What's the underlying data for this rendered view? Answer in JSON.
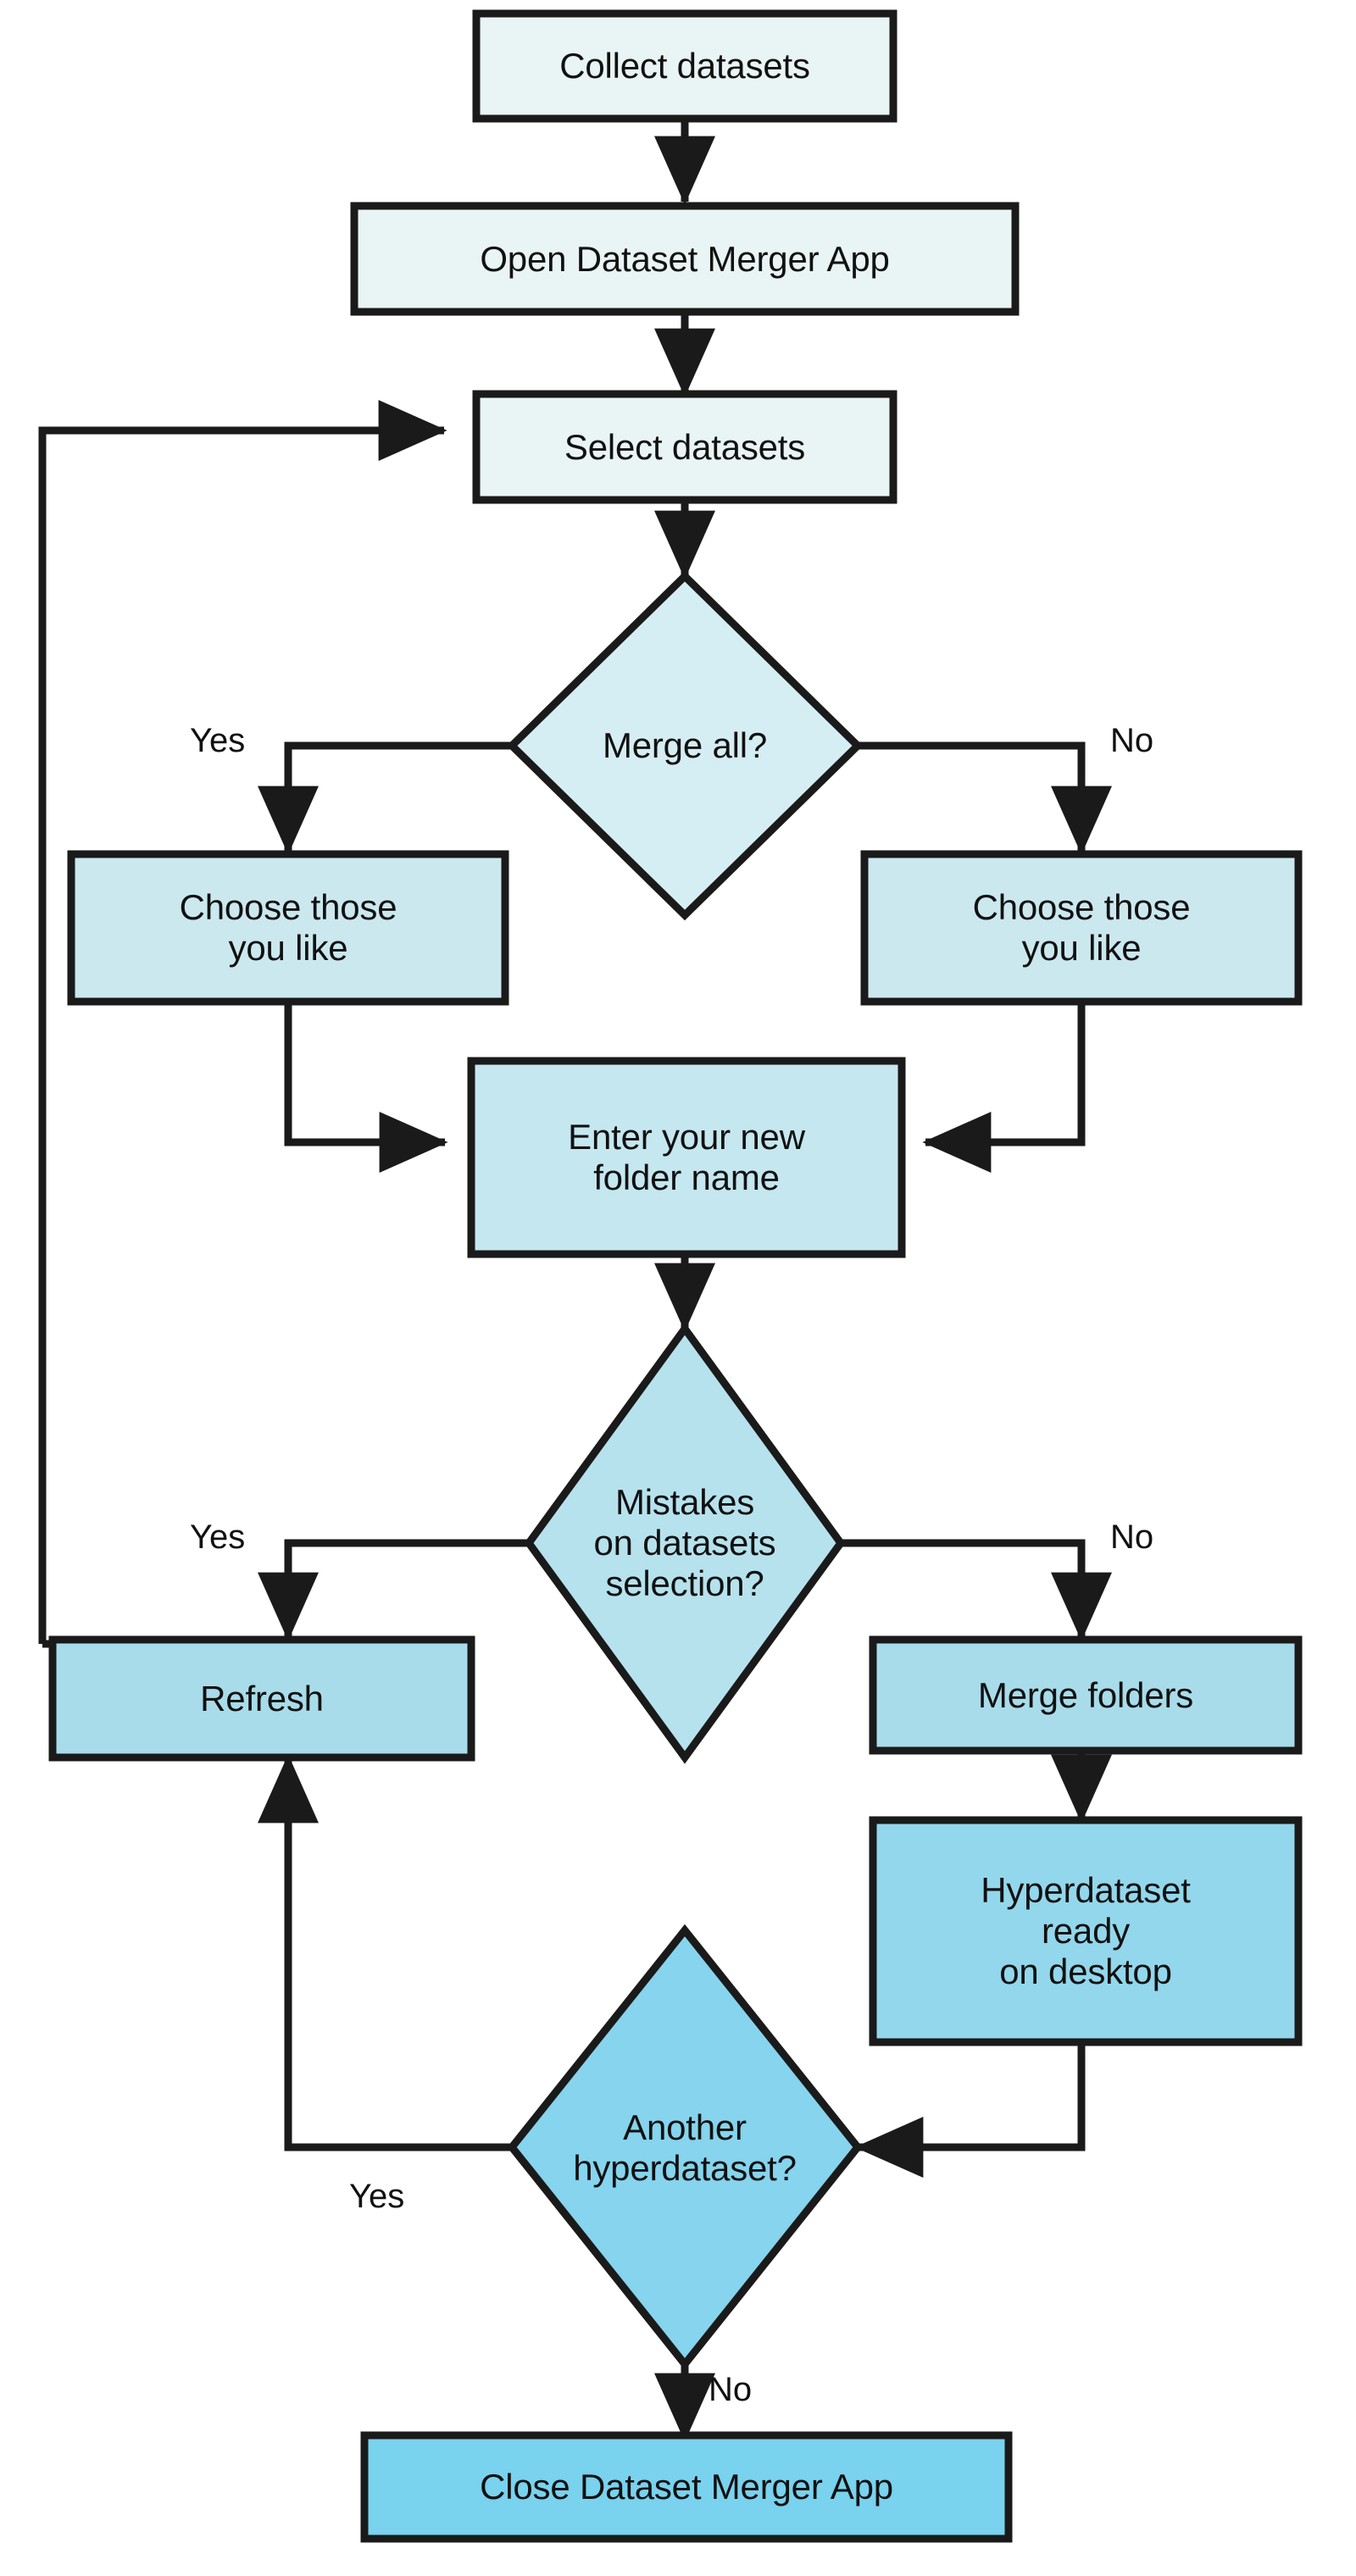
{
  "diagram": {
    "title": "Dataset Merger App workflow flowchart",
    "type": "flowchart",
    "background": "#ffffff",
    "stroke_color": "#1a1a1a",
    "text_color": "#111111",
    "palette": {
      "tier1_pale_mint": "#e9f4f4",
      "tier2_light_cyan": "#cbe8ef",
      "tier3_medium_cyan": "#a8dcea",
      "tier4_bright_cyan": "#79d2ee"
    },
    "nodes": [
      {
        "id": "collect",
        "shape": "process",
        "label": "Collect datasets",
        "fill": "#e9f4f4"
      },
      {
        "id": "open_app",
        "shape": "process",
        "label": "Open Dataset Merger App",
        "fill": "#e9f4f4"
      },
      {
        "id": "select",
        "shape": "process",
        "label": "Select datasets",
        "fill": "#e9f4f4"
      },
      {
        "id": "merge_all",
        "shape": "decision",
        "label": "Merge all?",
        "fill": "#d5eef3"
      },
      {
        "id": "choose_left",
        "shape": "process",
        "label": "Choose those\nyou like",
        "fill": "#cbe8ef"
      },
      {
        "id": "choose_right",
        "shape": "process",
        "label": "Choose those\nyou like",
        "fill": "#cbe8ef"
      },
      {
        "id": "enter_folder",
        "shape": "process",
        "label": "Enter your new\nfolder name",
        "fill": "#c5e7f0"
      },
      {
        "id": "mistakes",
        "shape": "decision",
        "label": "Mistakes\non datasets\nselection?",
        "fill": "#b6e2ed"
      },
      {
        "id": "refresh",
        "shape": "process",
        "label": "Refresh",
        "fill": "#a8dcea"
      },
      {
        "id": "merge_folders",
        "shape": "process",
        "label": "Merge folders",
        "fill": "#a8dcea"
      },
      {
        "id": "hyperdataset",
        "shape": "process",
        "label": "Hyperdataset\nready\non desktop",
        "fill": "#93d7ec"
      },
      {
        "id": "another",
        "shape": "decision",
        "label": "Another\nhyperdataset?",
        "fill": "#86d4ed"
      },
      {
        "id": "close_app",
        "shape": "process",
        "label": "Close Dataset Merger App",
        "fill": "#79d2ee"
      }
    ],
    "edges": [
      {
        "from": "collect",
        "to": "open_app",
        "label": ""
      },
      {
        "from": "open_app",
        "to": "select",
        "label": ""
      },
      {
        "from": "select",
        "to": "merge_all",
        "label": ""
      },
      {
        "from": "merge_all",
        "to": "choose_left",
        "label": "Yes"
      },
      {
        "from": "merge_all",
        "to": "choose_right",
        "label": "No"
      },
      {
        "from": "choose_left",
        "to": "enter_folder",
        "label": ""
      },
      {
        "from": "choose_right",
        "to": "enter_folder",
        "label": ""
      },
      {
        "from": "enter_folder",
        "to": "mistakes",
        "label": ""
      },
      {
        "from": "mistakes",
        "to": "refresh",
        "label": "Yes"
      },
      {
        "from": "mistakes",
        "to": "merge_folders",
        "label": "No"
      },
      {
        "from": "refresh",
        "to": "select",
        "label": ""
      },
      {
        "from": "merge_folders",
        "to": "hyperdataset",
        "label": ""
      },
      {
        "from": "hyperdataset",
        "to": "another",
        "label": ""
      },
      {
        "from": "another",
        "to": "refresh",
        "label": "Yes"
      },
      {
        "from": "another",
        "to": "close_app",
        "label": "No"
      }
    ],
    "edge_labels": {
      "merge_all_yes": "Yes",
      "merge_all_no": "No",
      "mistakes_yes": "Yes",
      "mistakes_no": "No",
      "another_yes": "Yes",
      "another_no": "No"
    }
  }
}
